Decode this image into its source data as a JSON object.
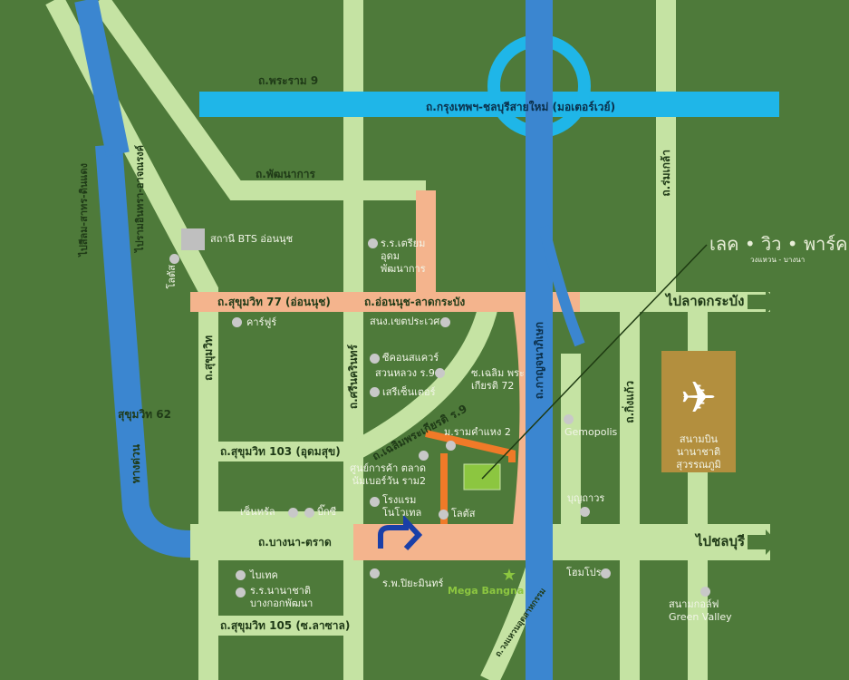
{
  "colors": {
    "background": "#4e7a3a",
    "road": "#c5e3a3",
    "expressway": "#1fb6e8",
    "motorway": "#3b86d0",
    "highlight": "#f4b48d",
    "project": "#f07a28",
    "airport": "#b38f3e"
  },
  "roads": {
    "rama9": "ถ.พระราม 9",
    "motorway": "ถ.กรุงเทพฯ-ชลบุรีสายใหม่ (มอเตอร์เวย์)",
    "pattanakarn": "ถ.พัฒนาการ",
    "romklao": "ถ.ร่มเกล้า",
    "sukhumvit77": "ถ.สุขุมวิท 77 (อ่อนนุช)",
    "onnut_latkrabang": "ถ.อ่อนนุช-ลาดกระบัง",
    "to_latkrabang": "ไปลาดกระบัง",
    "sukhumvit": "ถ.สุขุมวิท",
    "srinakarin": "ถ.ศรีนครินทร์",
    "chalerm_r9": "ถ.เฉลิมพระเกียรติ ร.9",
    "kanchanaphisek": "ถ.กาญจนาภิเษก",
    "kingkaew": "ถ.กิ่งแก้ว",
    "sukhumvit103": "ถ.สุขุมวิท 103 (อุดมสุข)",
    "bangna_trat": "ถ.บางนา-ตราด",
    "to_chonburi": "ไปชลบุรี",
    "sukhumvit105": "ถ.สุขุมวิท 105 (ซ.ลาซาล)",
    "sukhumvit62": "สุขุมวิท 62",
    "bangna_expressway": "ทางด่วน",
    "ramindra_expressway": "ไปรามอินทรา-อาจณรงค์",
    "silom_expressway": "ไปสีลม-สาทร-ดินแดง",
    "kanchanaphisek_ring": "ถ.วงแหวนอุตสาหกรรม",
    "soi_chalerm": "ซ.เฉลิม พระเกียรติ 72"
  },
  "places": {
    "bts": "สถานี BTS อ่อนนุช",
    "lotus1": "โลตัส",
    "carrefour": "คาร์ฟูร์",
    "school": "ร.ร.เตรียมอุดม พัฒนาการ",
    "sanong": "สนง.เขตประเวศ",
    "seacon": "ซีคอนสแควร์",
    "suanluang": "สวนหลวง ร.9",
    "paradise": "เสรีเซ็นเตอร์",
    "ramkhamhaeng": "ม.รามคำแหง 2",
    "market": "ศูนย์การค้า ตลาดนัมเบอร์วัน ราม2",
    "novotel": "โรงแรม โนโวเทล",
    "lotus2": "โลตัส",
    "central": "เซ็นทรัล",
    "bigc": "บิ๊กซี",
    "biotec": "ไบเทค",
    "school2": "ร.ร.นานาชาติ บางกอกพัฒนา",
    "hospital": "ร.พ.ปิยะมินทร์",
    "megabangna": "Mega Bangna",
    "gemopolis": "Gemopolis",
    "boonthavorn": "บุญถาวร",
    "homepro": "โฮมโปร",
    "golf": "สนามกอล์ฟ",
    "greenvalley": "Green Valley",
    "airport": "สนามบินนานาชาติ สุวรรณภูมิ"
  },
  "logo": {
    "name": "เลค • วิว • พาร์ค",
    "sub": "วงแหวน - บางนา"
  }
}
